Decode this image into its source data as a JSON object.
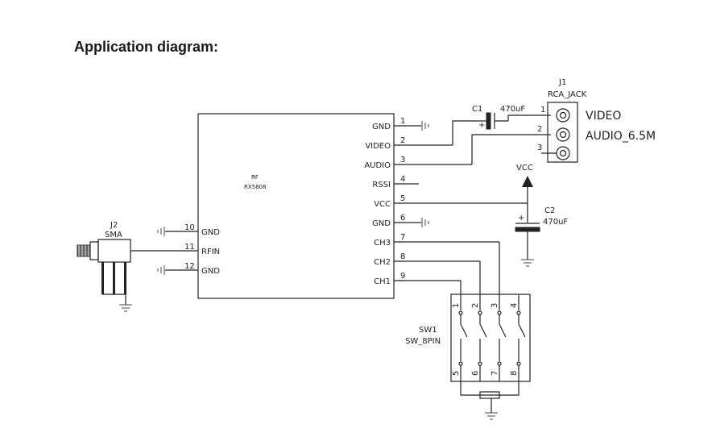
{
  "heading": "Application diagram:",
  "module": {
    "logo": "RF",
    "part": "RX5808",
    "right_pins": [
      {
        "num": "1",
        "label": "GND"
      },
      {
        "num": "2",
        "label": "VIDEO"
      },
      {
        "num": "3",
        "label": "AUDIO"
      },
      {
        "num": "4",
        "label": "RSSI"
      },
      {
        "num": "5",
        "label": "VCC"
      },
      {
        "num": "6",
        "label": "GND"
      },
      {
        "num": "7",
        "label": "CH3"
      },
      {
        "num": "8",
        "label": "CH2"
      },
      {
        "num": "9",
        "label": "CH1"
      }
    ],
    "left_pins": [
      {
        "num": "10",
        "label": "GND"
      },
      {
        "num": "11",
        "label": "RFIN"
      },
      {
        "num": "12",
        "label": "GND"
      }
    ]
  },
  "j1": {
    "ref": "J1",
    "name": "RCA_JACK",
    "pins": [
      "1",
      "2",
      "3"
    ],
    "labels": [
      "VIDEO",
      "AUDIO_6.5M"
    ]
  },
  "c1": {
    "ref": "C1",
    "value": "470uF",
    "plus": "+"
  },
  "c2": {
    "ref": "C2",
    "value": "470uF",
    "plus": "+"
  },
  "vcc": "VCC",
  "j2": {
    "ref": "J2",
    "name": "SMA"
  },
  "sw1": {
    "ref": "SW1",
    "name": "SW_8PIN",
    "top_pins": [
      "1",
      "2",
      "3",
      "4"
    ],
    "bottom_pins": [
      "5",
      "6",
      "7",
      "8"
    ]
  }
}
